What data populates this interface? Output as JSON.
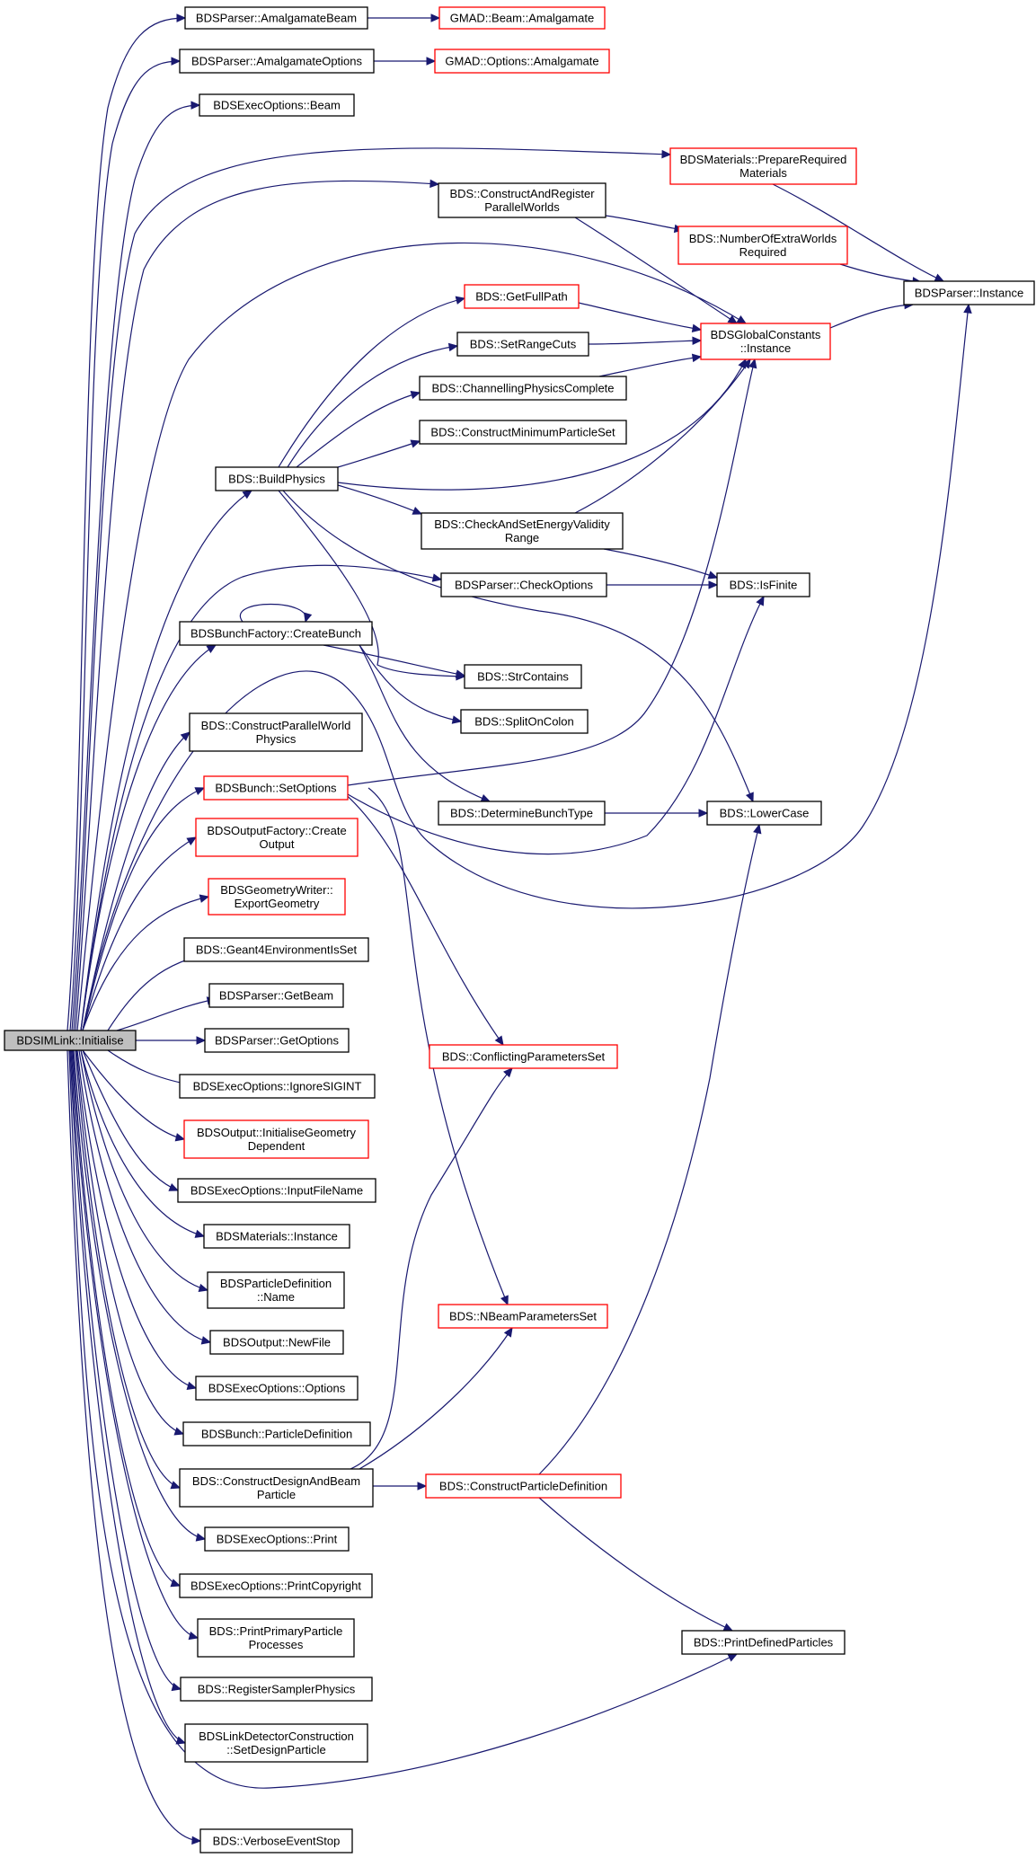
{
  "colors": {
    "edge": "#191970",
    "node_border": "#000000",
    "node_border_incomplete": "#ff0000",
    "root_fill": "#bfbfbf",
    "node_fill": "#ffffff"
  },
  "nodes": {
    "initialise": {
      "lines": [
        "BDSIMLink::Initialise"
      ],
      "style": "root"
    },
    "amalgamate_beam": {
      "lines": [
        "BDSParser::AmalgamateBeam"
      ],
      "style": "normal"
    },
    "gmad_beam_amalgamate": {
      "lines": [
        "GMAD::Beam::Amalgamate"
      ],
      "style": "red"
    },
    "amalgamate_options": {
      "lines": [
        "BDSParser::AmalgamateOptions"
      ],
      "style": "normal"
    },
    "gmad_options_amalgamate": {
      "lines": [
        "GMAD::Options::Amalgamate"
      ],
      "style": "red"
    },
    "exec_beam": {
      "lines": [
        "BDSExecOptions::Beam"
      ],
      "style": "normal"
    },
    "prepare_required_materials": {
      "lines": [
        "BDSMaterials::PrepareRequired",
        "Materials"
      ],
      "style": "red"
    },
    "construct_register_parallel_worlds": {
      "lines": [
        "BDS::ConstructAndRegister",
        "ParallelWorlds"
      ],
      "style": "normal"
    },
    "number_extra_worlds": {
      "lines": [
        "BDS::NumberOfExtraWorlds",
        "Required"
      ],
      "style": "red"
    },
    "parser_instance": {
      "lines": [
        "BDSParser::Instance"
      ],
      "style": "normal"
    },
    "get_full_path": {
      "lines": [
        "BDS::GetFullPath"
      ],
      "style": "red"
    },
    "global_constants_instance": {
      "lines": [
        "BDSGlobalConstants",
        "::Instance"
      ],
      "style": "red"
    },
    "set_range_cuts": {
      "lines": [
        "BDS::SetRangeCuts"
      ],
      "style": "normal"
    },
    "channelling_physics_complete": {
      "lines": [
        "BDS::ChannellingPhysicsComplete"
      ],
      "style": "normal"
    },
    "construct_minimum_particle_set": {
      "lines": [
        "BDS::ConstructMinimumParticleSet"
      ],
      "style": "normal"
    },
    "build_physics": {
      "lines": [
        "BDS::BuildPhysics"
      ],
      "style": "normal"
    },
    "check_set_energy_validity_range": {
      "lines": [
        "BDS::CheckAndSetEnergyValidity",
        "Range"
      ],
      "style": "normal"
    },
    "check_options": {
      "lines": [
        "BDSParser::CheckOptions"
      ],
      "style": "normal"
    },
    "is_finite": {
      "lines": [
        "BDS::IsFinite"
      ],
      "style": "normal"
    },
    "create_bunch": {
      "lines": [
        "BDSBunchFactory::CreateBunch"
      ],
      "style": "normal"
    },
    "str_contains": {
      "lines": [
        "BDS::StrContains"
      ],
      "style": "normal"
    },
    "split_on_colon": {
      "lines": [
        "BDS::SplitOnColon"
      ],
      "style": "normal"
    },
    "construct_parallel_world_physics": {
      "lines": [
        "BDS::ConstructParallelWorld",
        "Physics"
      ],
      "style": "normal"
    },
    "bunch_set_options": {
      "lines": [
        "BDSBunch::SetOptions"
      ],
      "style": "red"
    },
    "determine_bunch_type": {
      "lines": [
        "BDS::DetermineBunchType"
      ],
      "style": "normal"
    },
    "lower_case": {
      "lines": [
        "BDS::LowerCase"
      ],
      "style": "normal"
    },
    "output_factory_create_output": {
      "lines": [
        "BDSOutputFactory::Create",
        "Output"
      ],
      "style": "red"
    },
    "export_geometry": {
      "lines": [
        "BDSGeometryWriter::",
        "ExportGeometry"
      ],
      "style": "red"
    },
    "geant4_environment_is_set": {
      "lines": [
        "BDS::Geant4EnvironmentIsSet"
      ],
      "style": "normal"
    },
    "get_beam": {
      "lines": [
        "BDSParser::GetBeam"
      ],
      "style": "normal"
    },
    "get_options": {
      "lines": [
        "BDSParser::GetOptions"
      ],
      "style": "normal"
    },
    "conflicting_parameters_set": {
      "lines": [
        "BDS::ConflictingParametersSet"
      ],
      "style": "red"
    },
    "ignore_sigint": {
      "lines": [
        "BDSExecOptions::IgnoreSIGINT"
      ],
      "style": "normal"
    },
    "initialise_geometry_dependent": {
      "lines": [
        "BDSOutput::InitialiseGeometry",
        "Dependent"
      ],
      "style": "red"
    },
    "input_file_name": {
      "lines": [
        "BDSExecOptions::InputFileName"
      ],
      "style": "normal"
    },
    "materials_instance": {
      "lines": [
        "BDSMaterials::Instance"
      ],
      "style": "normal"
    },
    "particle_definition_name": {
      "lines": [
        "BDSParticleDefinition",
        "::Name"
      ],
      "style": "normal"
    },
    "n_beam_parameters_set": {
      "lines": [
        "BDS::NBeamParametersSet"
      ],
      "style": "red"
    },
    "output_new_file": {
      "lines": [
        "BDSOutput::NewFile"
      ],
      "style": "normal"
    },
    "exec_options": {
      "lines": [
        "BDSExecOptions::Options"
      ],
      "style": "normal"
    },
    "bunch_particle_definition": {
      "lines": [
        "BDSBunch::ParticleDefinition"
      ],
      "style": "normal"
    },
    "construct_design_beam_particle": {
      "lines": [
        "BDS::ConstructDesignAndBeam",
        "Particle"
      ],
      "style": "normal"
    },
    "construct_particle_definition": {
      "lines": [
        "BDS::ConstructParticleDefinition"
      ],
      "style": "red"
    },
    "exec_print": {
      "lines": [
        "BDSExecOptions::Print"
      ],
      "style": "normal"
    },
    "print_copyright": {
      "lines": [
        "BDSExecOptions::PrintCopyright"
      ],
      "style": "normal"
    },
    "print_defined_particles": {
      "lines": [
        "BDS::PrintDefinedParticles"
      ],
      "style": "normal"
    },
    "print_primary_particle_processes": {
      "lines": [
        "BDS::PrintPrimaryParticle",
        "Processes"
      ],
      "style": "normal"
    },
    "register_sampler_physics": {
      "lines": [
        "BDS::RegisterSamplerPhysics"
      ],
      "style": "normal"
    },
    "set_design_particle": {
      "lines": [
        "BDSLinkDetectorConstruction",
        "::SetDesignParticle"
      ],
      "style": "normal"
    },
    "verbose_event_stop": {
      "lines": [
        "BDS::VerboseEventStop"
      ],
      "style": "normal"
    }
  },
  "edges": [
    [
      "initialise",
      "amalgamate_beam"
    ],
    [
      "initialise",
      "amalgamate_options"
    ],
    [
      "initialise",
      "exec_beam"
    ],
    [
      "initialise",
      "prepare_required_materials"
    ],
    [
      "initialise",
      "construct_register_parallel_worlds"
    ],
    [
      "initialise",
      "global_constants_instance"
    ],
    [
      "initialise",
      "build_physics"
    ],
    [
      "initialise",
      "check_options"
    ],
    [
      "initialise",
      "create_bunch"
    ],
    [
      "initialise",
      "parser_instance"
    ],
    [
      "initialise",
      "construct_parallel_world_physics"
    ],
    [
      "initialise",
      "bunch_set_options"
    ],
    [
      "initialise",
      "output_factory_create_output"
    ],
    [
      "initialise",
      "export_geometry"
    ],
    [
      "initialise",
      "geant4_environment_is_set"
    ],
    [
      "initialise",
      "get_beam"
    ],
    [
      "initialise",
      "get_options"
    ],
    [
      "initialise",
      "ignore_sigint"
    ],
    [
      "initialise",
      "initialise_geometry_dependent"
    ],
    [
      "initialise",
      "input_file_name"
    ],
    [
      "initialise",
      "materials_instance"
    ],
    [
      "initialise",
      "particle_definition_name"
    ],
    [
      "initialise",
      "output_new_file"
    ],
    [
      "initialise",
      "exec_options"
    ],
    [
      "initialise",
      "bunch_particle_definition"
    ],
    [
      "initialise",
      "construct_design_beam_particle"
    ],
    [
      "initialise",
      "exec_print"
    ],
    [
      "initialise",
      "print_copyright"
    ],
    [
      "initialise",
      "print_primary_particle_processes"
    ],
    [
      "initialise",
      "register_sampler_physics"
    ],
    [
      "initialise",
      "set_design_particle"
    ],
    [
      "initialise",
      "print_defined_particles"
    ],
    [
      "initialise",
      "verbose_event_stop"
    ],
    [
      "amalgamate_beam",
      "gmad_beam_amalgamate"
    ],
    [
      "amalgamate_options",
      "gmad_options_amalgamate"
    ],
    [
      "prepare_required_materials",
      "parser_instance"
    ],
    [
      "construct_register_parallel_worlds",
      "number_extra_worlds"
    ],
    [
      "construct_register_parallel_worlds",
      "global_constants_instance"
    ],
    [
      "number_extra_worlds",
      "parser_instance"
    ],
    [
      "global_constants_instance",
      "parser_instance"
    ],
    [
      "get_full_path",
      "global_constants_instance"
    ],
    [
      "set_range_cuts",
      "global_constants_instance"
    ],
    [
      "channelling_physics_complete",
      "global_constants_instance"
    ],
    [
      "build_physics",
      "get_full_path"
    ],
    [
      "build_physics",
      "set_range_cuts"
    ],
    [
      "build_physics",
      "channelling_physics_complete"
    ],
    [
      "build_physics",
      "construct_minimum_particle_set"
    ],
    [
      "build_physics",
      "global_constants_instance"
    ],
    [
      "build_physics",
      "check_set_energy_validity_range"
    ],
    [
      "build_physics",
      "str_contains"
    ],
    [
      "build_physics",
      "lower_case"
    ],
    [
      "check_set_energy_validity_range",
      "global_constants_instance"
    ],
    [
      "check_set_energy_validity_range",
      "is_finite"
    ],
    [
      "check_options",
      "is_finite"
    ],
    [
      "create_bunch",
      "create_bunch"
    ],
    [
      "create_bunch",
      "str_contains"
    ],
    [
      "create_bunch",
      "split_on_colon"
    ],
    [
      "create_bunch",
      "determine_bunch_type"
    ],
    [
      "bunch_set_options",
      "global_constants_instance"
    ],
    [
      "bunch_set_options",
      "is_finite"
    ],
    [
      "bunch_set_options",
      "conflicting_parameters_set"
    ],
    [
      "bunch_set_options",
      "n_beam_parameters_set"
    ],
    [
      "determine_bunch_type",
      "lower_case"
    ],
    [
      "construct_design_beam_particle",
      "conflicting_parameters_set"
    ],
    [
      "construct_design_beam_particle",
      "n_beam_parameters_set"
    ],
    [
      "construct_design_beam_particle",
      "construct_particle_definition"
    ],
    [
      "construct_particle_definition",
      "lower_case"
    ],
    [
      "construct_particle_definition",
      "print_defined_particles"
    ]
  ]
}
